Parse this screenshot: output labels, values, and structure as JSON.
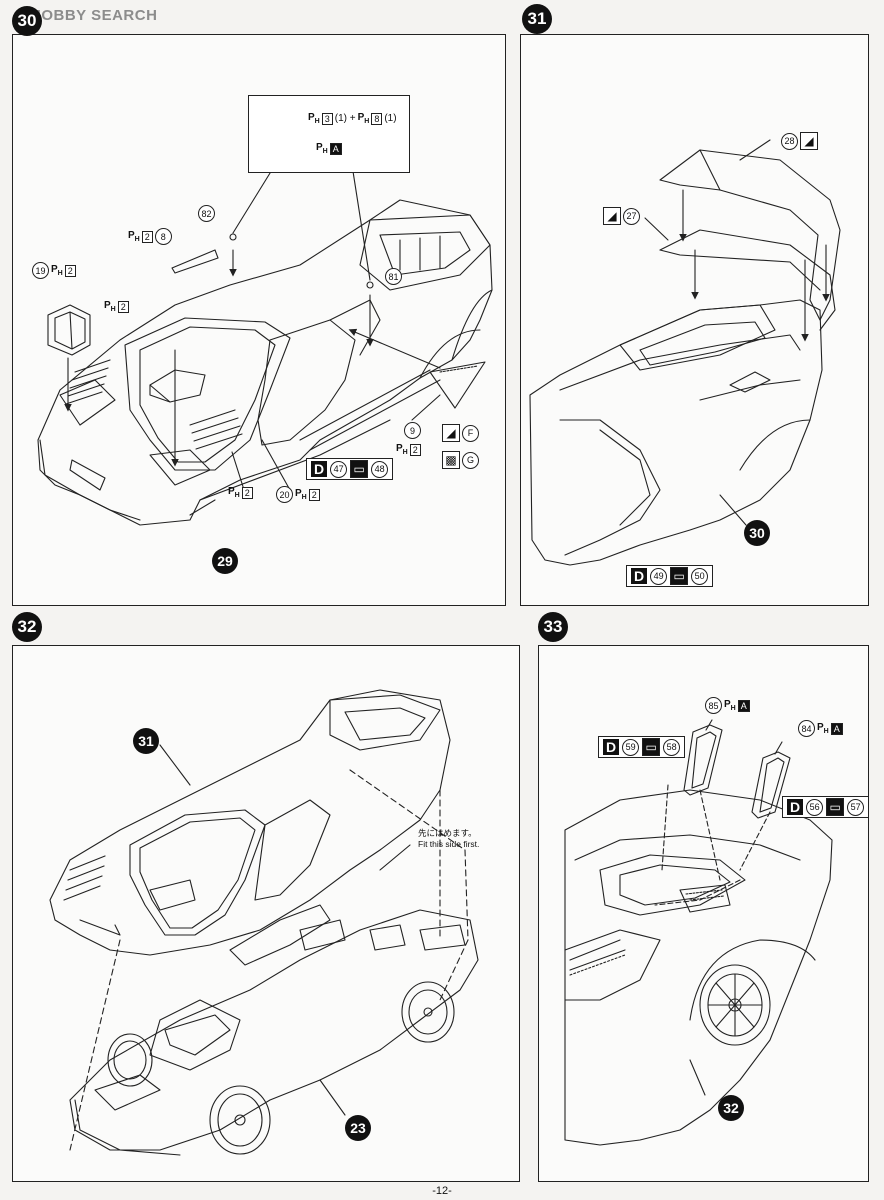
{
  "watermark": {
    "text": "HOBBY SEARCH"
  },
  "page_number": "-12-",
  "steps": {
    "s30": {
      "number": "30",
      "callout": {
        "line1_prefix": "P",
        "line1_sub": "H",
        "line1_box": "3",
        "line1_mid": "(1) + ",
        "line1_prefix2": "P",
        "line1_sub2": "H",
        "line1_box2": "8",
        "line1_end": "(1)",
        "line2_prefix": "P",
        "line2_sub": "H",
        "line2_box": "A"
      },
      "labels": {
        "p82": "82",
        "p81": "81",
        "p8": "8",
        "p19": "19",
        "p9": "9",
        "p20": "20",
        "ph2": "2",
        "ph_p": "P",
        "ph_h": "H",
        "letter_f": "F",
        "letter_g": "G"
      },
      "decal": {
        "letter": "D",
        "a": "47",
        "b": "48"
      },
      "body_label": "29"
    },
    "s31": {
      "number": "31",
      "parts": {
        "p28": "28",
        "p27": "27"
      },
      "decal": {
        "letter": "D",
        "a": "49",
        "b": "50"
      },
      "body_label": "30"
    },
    "s32": {
      "number": "32",
      "body_label_top": "31",
      "body_label_bottom": "23",
      "note_jp": "先にはめます。",
      "note_en": "Fit this side first."
    },
    "s33": {
      "number": "33",
      "parts": {
        "p85": "85",
        "p84": "84",
        "ph_a": "A",
        "ph_p": "P",
        "ph_h": "H"
      },
      "decal_left": {
        "letter": "D",
        "a": "59",
        "b": "58"
      },
      "decal_right": {
        "letter": "D",
        "a": "56",
        "b": "57"
      },
      "body_label": "32"
    }
  },
  "icons": {
    "cement": "glue-tube-icon",
    "mirror": "mirror-image-icon",
    "hbox": "h-symbol-icon"
  }
}
